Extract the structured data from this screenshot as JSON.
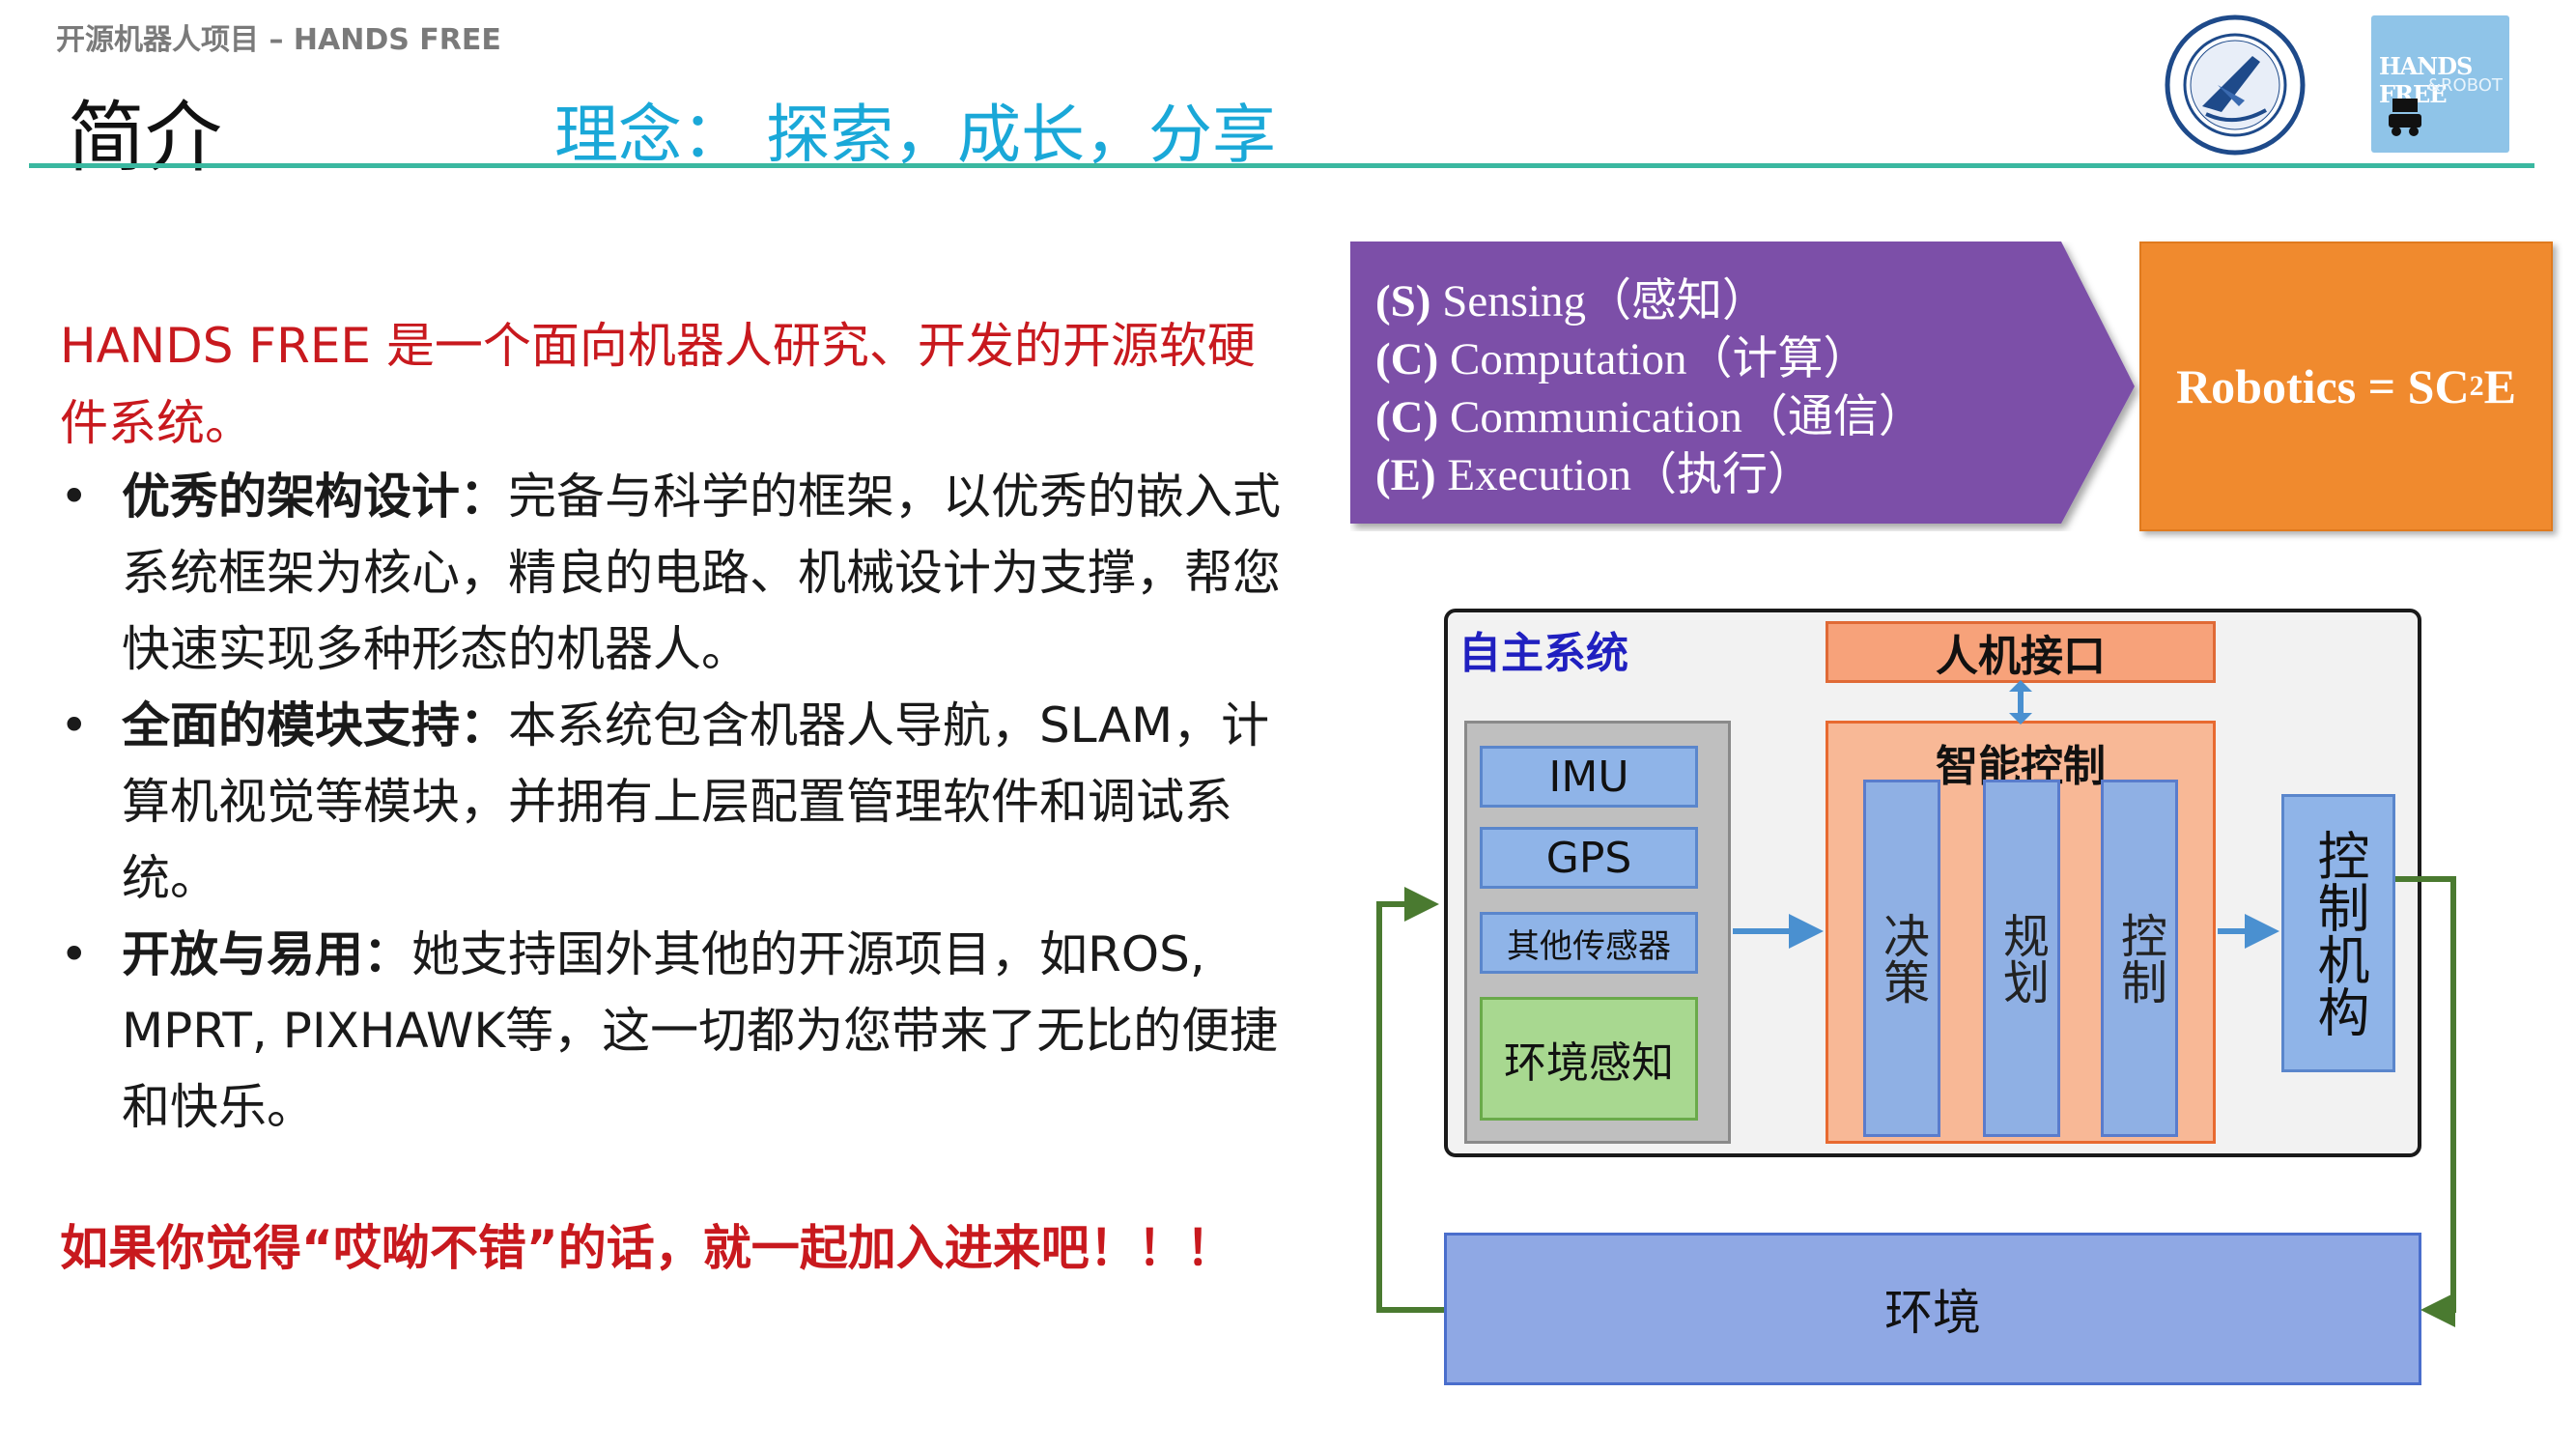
{
  "header": {
    "project": "开源机器人项目 – HANDS FREE",
    "title": "简介",
    "slogan": "理念： 探索，成长，分享"
  },
  "logos": {
    "hands_free_text": "HANDS FREE",
    "hands_free_sub": "&ROBOT"
  },
  "intro": "HANDS FREE 是一个面向机器人研究、开发的开源软硬件系统。",
  "bullets": [
    {
      "bold": "优秀的架构设计：",
      "text": "完备与科学的框架，以优秀的嵌入式系统框架为核心，精良的电路、机械设计为支撑，帮您快速实现多种形态的机器人。"
    },
    {
      "bold": "全面的模块支持：",
      "text": "本系统包含机器人导航，SLAM，计算机视觉等模块，并拥有上层配置管理软件和调试系统。"
    },
    {
      "bold": "开放与易用：",
      "text": "她支持国外其他的开源项目，如ROS, MPRT, PIXHAWK等，这一切都为您带来了无比的便捷和快乐。"
    }
  ],
  "bullet_symbol": "•",
  "closing": "如果你觉得“哎呦不错”的话，就一起加入进来吧！！！",
  "sc2e": {
    "lines": [
      {
        "key": "(S)",
        "text": " Sensing（感知）"
      },
      {
        "key": "(C)",
        "text": " Computation（计算）"
      },
      {
        "key": "(C)",
        "text": " Communication（通信）"
      },
      {
        "key": "(E)",
        "text": " Execution（执行）"
      }
    ],
    "formula_main": "Robotics = SC",
    "formula_sup": "2",
    "formula_end": "E",
    "colors": {
      "arrow": "#7b4fa8",
      "box": "#f08a2e"
    }
  },
  "diagram": {
    "system_label": "自主系统",
    "hmi": "人机接口",
    "smart_control": "智能控制",
    "sensors": [
      "IMU",
      "GPS",
      "其他传感器"
    ],
    "perception": "环境感知",
    "stages": [
      "决策",
      "规划",
      "控制"
    ],
    "actuator": "控制机构",
    "environment": "环境"
  }
}
